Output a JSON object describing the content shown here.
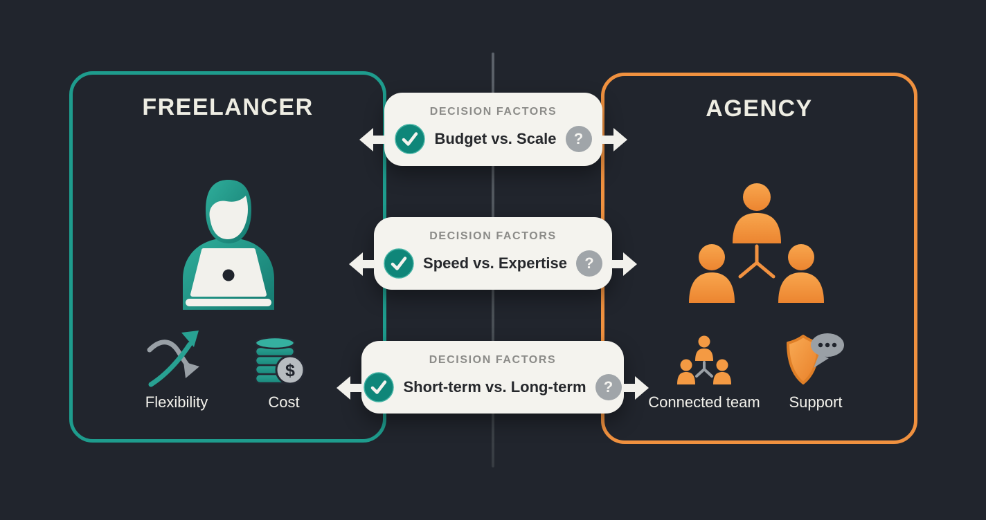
{
  "meta": {
    "type": "freelancer-vs-agency-comparison-infographic"
  },
  "colors": {
    "background": "#21252d",
    "freelancer_accent": "#1e9c8d",
    "agency_accent": "#f0913f",
    "card_background": "#f4f3ee",
    "card_eyebrow_text": "#8b8b88",
    "card_title_text": "#26282c",
    "check_badge": "#0f8679",
    "question_badge": "#a0a5a9",
    "divider": "#4a5056",
    "panel_title_text": "#eeede3",
    "feature_label_text": "#f3f2ec",
    "arrow": "#f2f1ec"
  },
  "left_panel": {
    "title": "FREELANCER",
    "main_icon": "person-at-laptop-icon",
    "features": [
      {
        "icon": "flexibility-crossing-arrows-icon",
        "label": "Flexibility"
      },
      {
        "icon": "cost-coin-stack-icon",
        "label": "Cost"
      }
    ]
  },
  "right_panel": {
    "title": "AGENCY",
    "main_icon": "team-network-icon",
    "features": [
      {
        "icon": "connected-team-icon",
        "label": "Connected team"
      },
      {
        "icon": "support-shield-chat-icon",
        "label": "Support"
      }
    ]
  },
  "cards": [
    {
      "eyebrow": "DECISION FACTORS",
      "title": "Budget vs. Scale"
    },
    {
      "eyebrow": "DECISION FACTORS",
      "title": "Speed vs. Expertise"
    },
    {
      "eyebrow": "DECISION FACTORS",
      "title": "Short-term vs. Long-term"
    }
  ],
  "icons": {
    "question_glyph": "?",
    "dollar_glyph": "$"
  }
}
